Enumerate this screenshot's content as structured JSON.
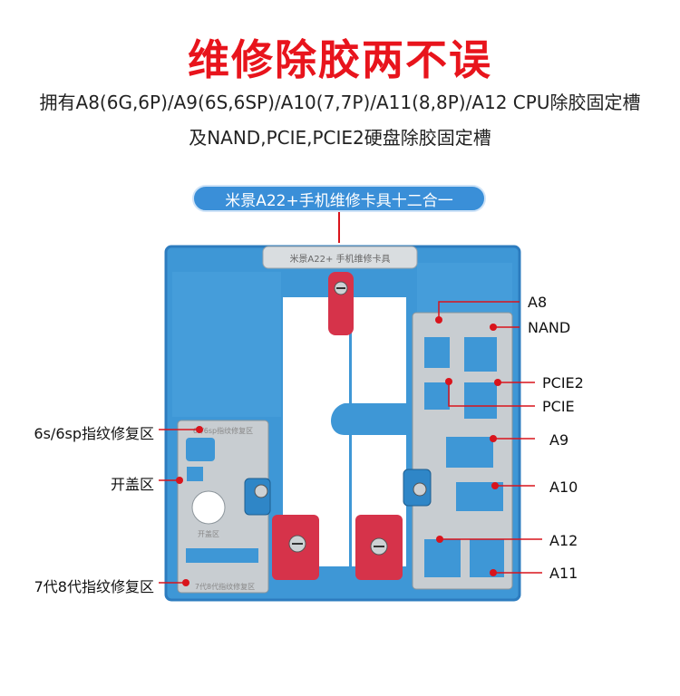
{
  "headline": "维修除胶两不误",
  "subline1": "拥有A8(6G,6P)/A9(6S,6SP)/A10(7,7P)/A11(8,8P)/A12  CPU除胶固定槽",
  "subline2": "及NAND,PCIE,PCIE2硬盘除胶固定槽",
  "product_pill": "米景A22+手机维修卡具十二合一",
  "plate_texts": {
    "nameplate": "米景A22+ 手机维修卡具",
    "fingerprint_top": "6s/6sp指纹修复区",
    "fingerprint_bottom": "7代8代指纹修复区",
    "open_cover_small": "开盖区"
  },
  "callouts": {
    "a8": "A8",
    "nand": "NAND",
    "pcie2": "PCIE2",
    "pcie": "PCIE",
    "a9": "A9",
    "a10": "A10",
    "a12": "A12",
    "a11": "A11",
    "fp_6s": "6s/6sp指纹修复区",
    "open_cover": "开盖区",
    "fp_78": "7代8代指纹修复区"
  },
  "colors": {
    "headline": "#e8141c",
    "pill": "#3a8fd8",
    "fixture_blue": "#3e97d6",
    "clamp_red": "#d6334a",
    "callout_line": "#d9141c"
  }
}
